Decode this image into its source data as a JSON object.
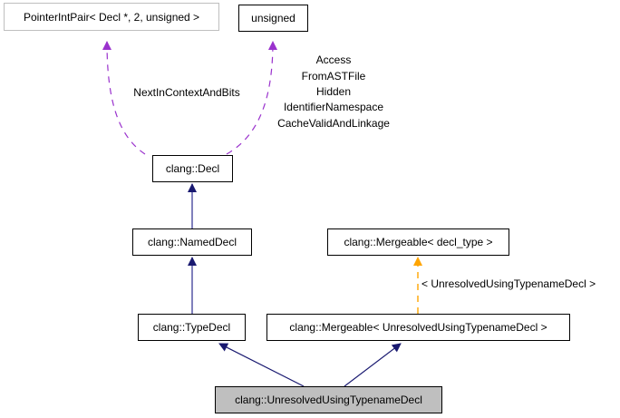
{
  "title": "clang::UnresolvedUsingTypenameDecl collaboration graph",
  "colors": {
    "inherit_edge": "#191970",
    "inherit_arrow": "#191970",
    "inherit_line": "#4a4aa0",
    "usage_edge": "#9a32cd",
    "template_edge": "#ffa500",
    "node_border": "#000000",
    "external_border": "#bfbfbf",
    "focus_fill": "#bfbfbf",
    "node_fill": "#ffffff"
  },
  "nodes": [
    {
      "id": "pointer-int-pair",
      "label": "PointerIntPair< Decl *, 2, unsigned >",
      "style": "external"
    },
    {
      "id": "unsigned",
      "label": "unsigned",
      "style": "normal"
    },
    {
      "id": "decl",
      "label": "clang::Decl",
      "style": "normal"
    },
    {
      "id": "named-decl",
      "label": "clang::NamedDecl",
      "style": "normal"
    },
    {
      "id": "mergeable-decl-type",
      "label": "clang::Mergeable< decl_type >",
      "style": "normal"
    },
    {
      "id": "type-decl",
      "label": "clang::TypeDecl",
      "style": "normal"
    },
    {
      "id": "mergeable-unresolved",
      "label": "clang::Mergeable< UnresolvedUsingTypenameDecl >",
      "style": "normal"
    },
    {
      "id": "unresolved-using-typename-decl",
      "label": "clang::UnresolvedUsingTypenameDecl",
      "style": "focus"
    }
  ],
  "edges": [
    {
      "from": "decl",
      "to": "pointer-int-pair",
      "kind": "usage",
      "label": [
        "NextInContextAndBits"
      ]
    },
    {
      "from": "decl",
      "to": "unsigned",
      "kind": "usage",
      "label": [
        "Access",
        "FromASTFile",
        "Hidden",
        "IdentifierNamespace",
        "CacheValidAndLinkage"
      ]
    },
    {
      "from": "named-decl",
      "to": "decl",
      "kind": "inherit",
      "label": []
    },
    {
      "from": "type-decl",
      "to": "named-decl",
      "kind": "inherit",
      "label": []
    },
    {
      "from": "mergeable-unresolved",
      "to": "mergeable-decl-type",
      "kind": "template",
      "label": [
        "< UnresolvedUsingTypenameDecl >"
      ]
    },
    {
      "from": "unresolved-using-typename-decl",
      "to": "type-decl",
      "kind": "inherit",
      "label": []
    },
    {
      "from": "unresolved-using-typename-decl",
      "to": "mergeable-unresolved",
      "kind": "inherit",
      "label": []
    }
  ]
}
